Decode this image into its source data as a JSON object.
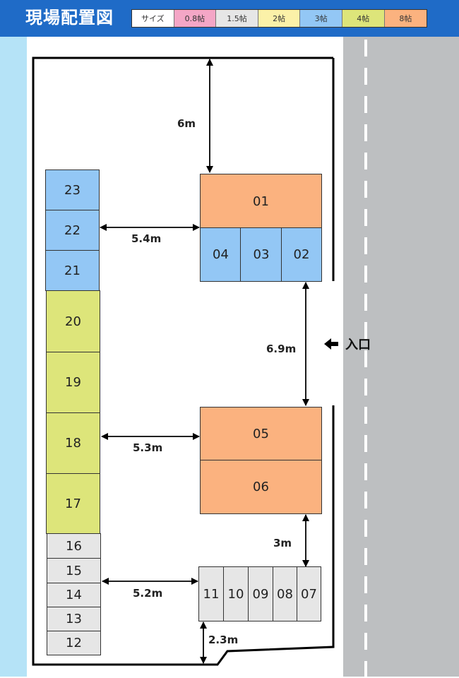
{
  "title": "現場配置図",
  "legend": [
    {
      "label": "サイズ",
      "color": "#ffffff"
    },
    {
      "label": "0.8帖",
      "color": "#f4a6c6"
    },
    {
      "label": "1.5帖",
      "color": "#e6e6e6"
    },
    {
      "label": "2帖",
      "color": "#fbf1a8"
    },
    {
      "label": "3帖",
      "color": "#93c7f5"
    },
    {
      "label": "4帖",
      "color": "#dde57a"
    },
    {
      "label": "8帖",
      "color": "#fbb27f"
    }
  ],
  "colors": {
    "header": "#1f6bc7",
    "size_3": "#93c7f5",
    "size_4": "#dde57a",
    "size_8": "#fbb27f",
    "size_1_5": "#e6e6e6"
  },
  "units": {
    "u01": "01",
    "u02": "02",
    "u03": "03",
    "u04": "04",
    "u05": "05",
    "u06": "06",
    "u07": "07",
    "u08": "08",
    "u09": "09",
    "u10": "10",
    "u11": "11",
    "u12": "12",
    "u13": "13",
    "u14": "14",
    "u15": "15",
    "u16": "16",
    "u17": "17",
    "u18": "18",
    "u19": "19",
    "u20": "20",
    "u21": "21",
    "u22": "22",
    "u23": "23"
  },
  "dimensions": {
    "d6": "6m",
    "d54": "5.4m",
    "d69": "6.9m",
    "d53": "5.3m",
    "d3": "3m",
    "d52": "5.2m",
    "d23": "2.3m"
  },
  "entrance": {
    "label": "入口",
    "icon": "arrow-left-icon"
  }
}
